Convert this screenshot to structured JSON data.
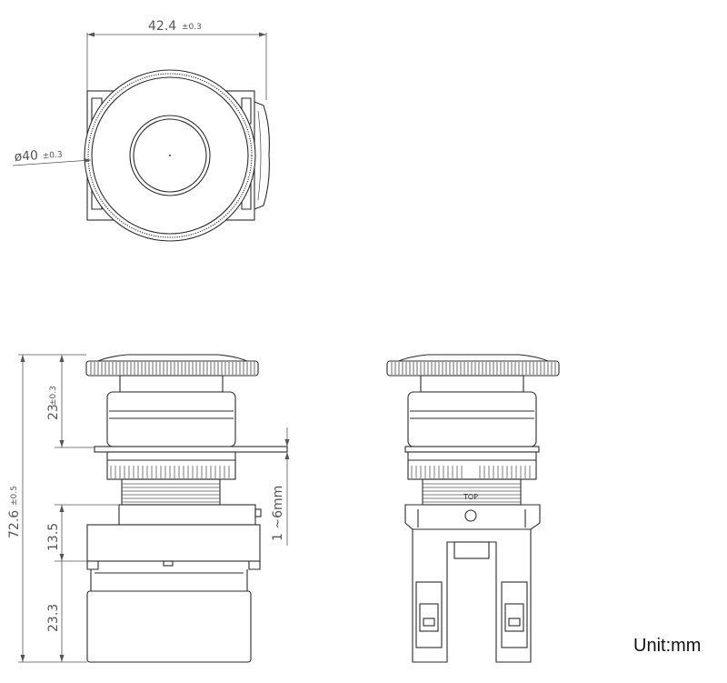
{
  "unit_label": "Unit:mm",
  "top_view": {
    "width_value": "42.4",
    "width_tol": "±0.3",
    "diameter_value": "ø40",
    "diameter_tol": "±0.3"
  },
  "side_view": {
    "total_height_value": "72.6",
    "total_height_tol": "±0.5",
    "head_height_value": "23",
    "head_height_tol": "±0.3",
    "panel_range": "1 ~6mm",
    "body_upper_value": "13.5",
    "body_lower_value": "23.3"
  },
  "back_view": {
    "top_mark": "TOP"
  }
}
